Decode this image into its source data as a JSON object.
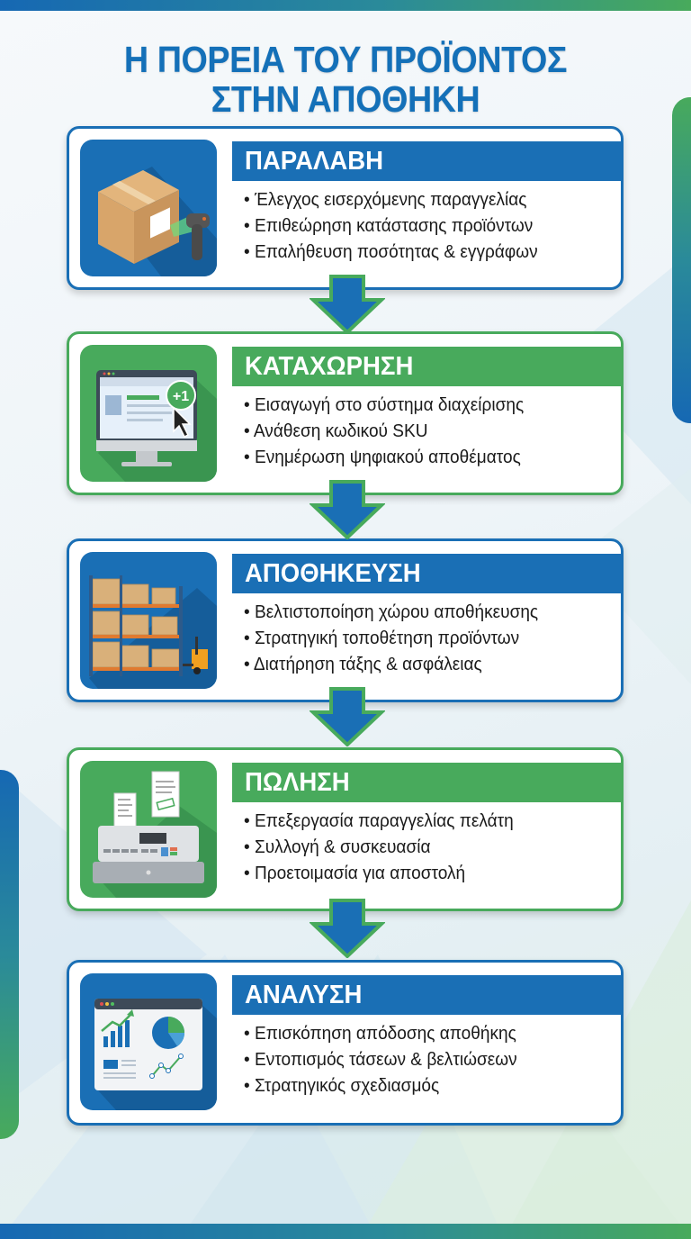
{
  "title": {
    "line1": "Η ΠΟΡΕΙΑ ΤΟΥ ΠΡΟΪΟΝΤΟΣ",
    "line2": "ΣΤΗΝ ΑΠΟΘΗΚΗ"
  },
  "colors": {
    "primary_blue": "#1a6fb5",
    "primary_green": "#48aa5c",
    "title_blue": "#1470b8"
  },
  "steps": [
    {
      "title": "ΠΑΡΑΛΑΒΗ",
      "theme": "blue",
      "icon": "box-barcode-scanner-icon",
      "bullets": [
        "Έλεγχος εισερχόμενης παραγγελίας",
        "Επιθεώρηση κατάστασης προϊόντων",
        "Επαλήθευση ποσότητας & εγγράφων"
      ]
    },
    {
      "title": "ΚΑΤΑΧΩΡΗΣΗ",
      "theme": "green",
      "icon": "computer-monitor-add-icon",
      "badge": "+1",
      "bullets": [
        "Εισαγωγή στο σύστημα διαχείρισης",
        "Ανάθεση κωδικού SKU",
        "Ενημέρωση ψηφιακού αποθέματος"
      ]
    },
    {
      "title": "ΑΠΟΘΗΚΕΥΣΗ",
      "theme": "blue",
      "icon": "warehouse-shelves-forklift-icon",
      "bullets": [
        "Βελτιστοποίηση χώρου αποθήκευσης",
        "Στρατηγική τοποθέτηση προϊόντων",
        "Διατήρηση τάξης & ασφάλειας"
      ]
    },
    {
      "title": "ΠΩΛΗΣΗ",
      "theme": "green",
      "icon": "cash-register-icon",
      "bullets": [
        "Επεξεργασία παραγγελίας πελάτη",
        "Συλλογή & συσκευασία",
        "Προετοιμασία για αποστολή"
      ]
    },
    {
      "title": "ΑΝΑΛΥΣΗ",
      "theme": "blue",
      "icon": "analytics-dashboard-icon",
      "bullets": [
        "Επισκόπηση απόδοσης αποθήκης",
        "Εντοπισμός τάσεων & βελτιώσεων",
        "Στρατηγικός σχεδιασμός"
      ]
    }
  ]
}
